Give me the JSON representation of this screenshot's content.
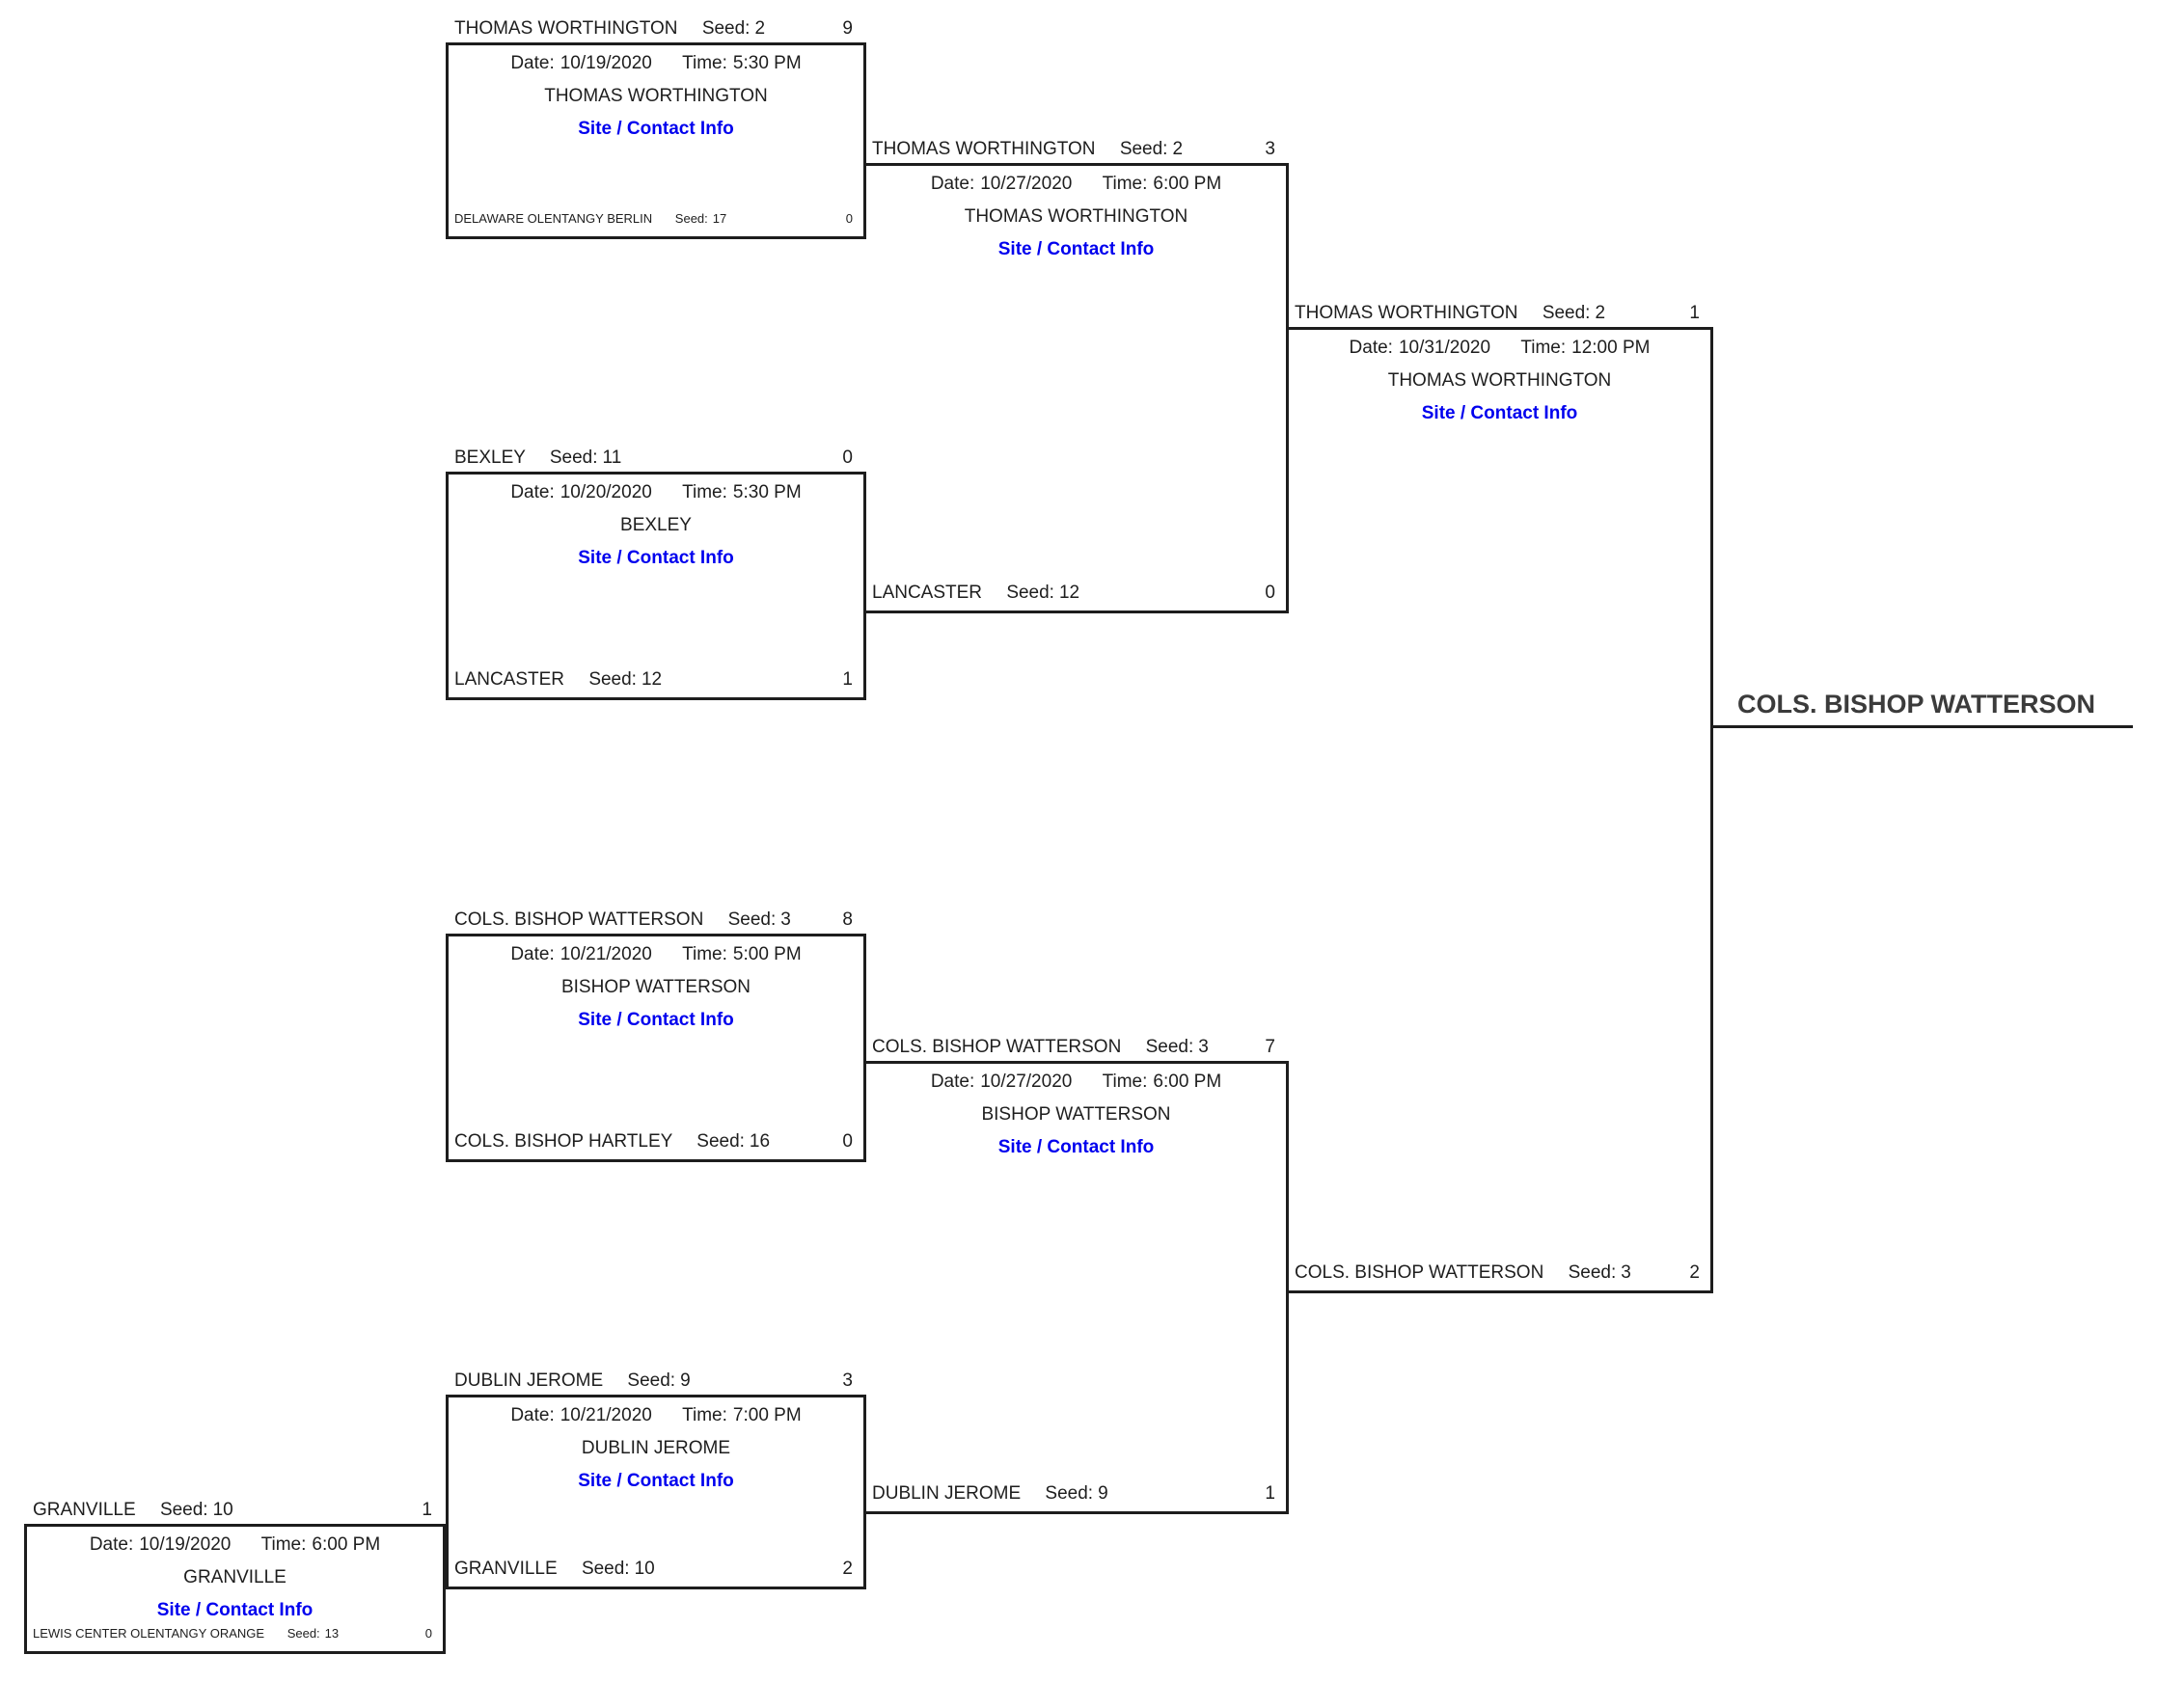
{
  "labels": {
    "date_prefix": "Date:",
    "time_prefix": "Time:",
    "seed_prefix": "Seed:",
    "site_contact": "Site / Contact Info"
  },
  "colors": {
    "link_blue": "#0000EE",
    "line_black": "#1d1d1d",
    "champion_text": "#3b3b3b"
  },
  "champion": "COLS. BISHOP WATTERSON",
  "matches": [
    {
      "round": "round-1-game-1",
      "date": "10/19/2020",
      "time": "5:30 PM",
      "venue": "THOMAS WORTHINGTON",
      "top": {
        "name": "THOMAS WORTHINGTON",
        "seed": "2",
        "score": "9"
      },
      "bottom": {
        "name": "DELAWARE OLENTANGY BERLIN",
        "seed": "17",
        "score": "0"
      }
    },
    {
      "round": "round-1-game-2",
      "date": "10/20/2020",
      "time": "5:30 PM",
      "venue": "BEXLEY",
      "top": {
        "name": "BEXLEY",
        "seed": "11",
        "score": "0"
      },
      "bottom": {
        "name": "LANCASTER",
        "seed": "12",
        "score": "1"
      }
    },
    {
      "round": "round-1-game-3",
      "date": "10/21/2020",
      "time": "5:00 PM",
      "venue": "BISHOP WATTERSON",
      "top": {
        "name": "COLS. BISHOP WATTERSON",
        "seed": "3",
        "score": "8"
      },
      "bottom": {
        "name": "COLS. BISHOP HARTLEY",
        "seed": "16",
        "score": "0"
      }
    },
    {
      "round": "round-1-game-4",
      "date": "10/21/2020",
      "time": "7:00 PM",
      "venue": "DUBLIN JEROME",
      "top": {
        "name": "DUBLIN JEROME",
        "seed": "9",
        "score": "3"
      },
      "bottom": {
        "name": "GRANVILLE",
        "seed": "10",
        "score": "2"
      }
    },
    {
      "round": "play-in",
      "date": "10/19/2020",
      "time": "6:00 PM",
      "venue": "GRANVILLE",
      "top": {
        "name": "GRANVILLE",
        "seed": "10",
        "score": "1"
      },
      "bottom": {
        "name": "LEWIS CENTER OLENTANGY ORANGE",
        "seed": "13",
        "score": "0"
      }
    },
    {
      "round": "round-2-game-1",
      "date": "10/27/2020",
      "time": "6:00 PM",
      "venue": "THOMAS WORTHINGTON",
      "top": {
        "name": "THOMAS WORTHINGTON",
        "seed": "2",
        "score": "3"
      },
      "bottom": {
        "name": "LANCASTER",
        "seed": "12",
        "score": "0"
      }
    },
    {
      "round": "round-2-game-2",
      "date": "10/27/2020",
      "time": "6:00 PM",
      "venue": "BISHOP WATTERSON",
      "top": {
        "name": "COLS. BISHOP WATTERSON",
        "seed": "3",
        "score": "7"
      },
      "bottom": {
        "name": "DUBLIN JEROME",
        "seed": "9",
        "score": "1"
      }
    },
    {
      "round": "final",
      "date": "10/31/2020",
      "time": "12:00 PM",
      "venue": "THOMAS WORTHINGTON",
      "top": {
        "name": "THOMAS WORTHINGTON",
        "seed": "2",
        "score": "1"
      },
      "bottom": {
        "name": "COLS. BISHOP WATTERSON",
        "seed": "3",
        "score": "2"
      }
    }
  ]
}
